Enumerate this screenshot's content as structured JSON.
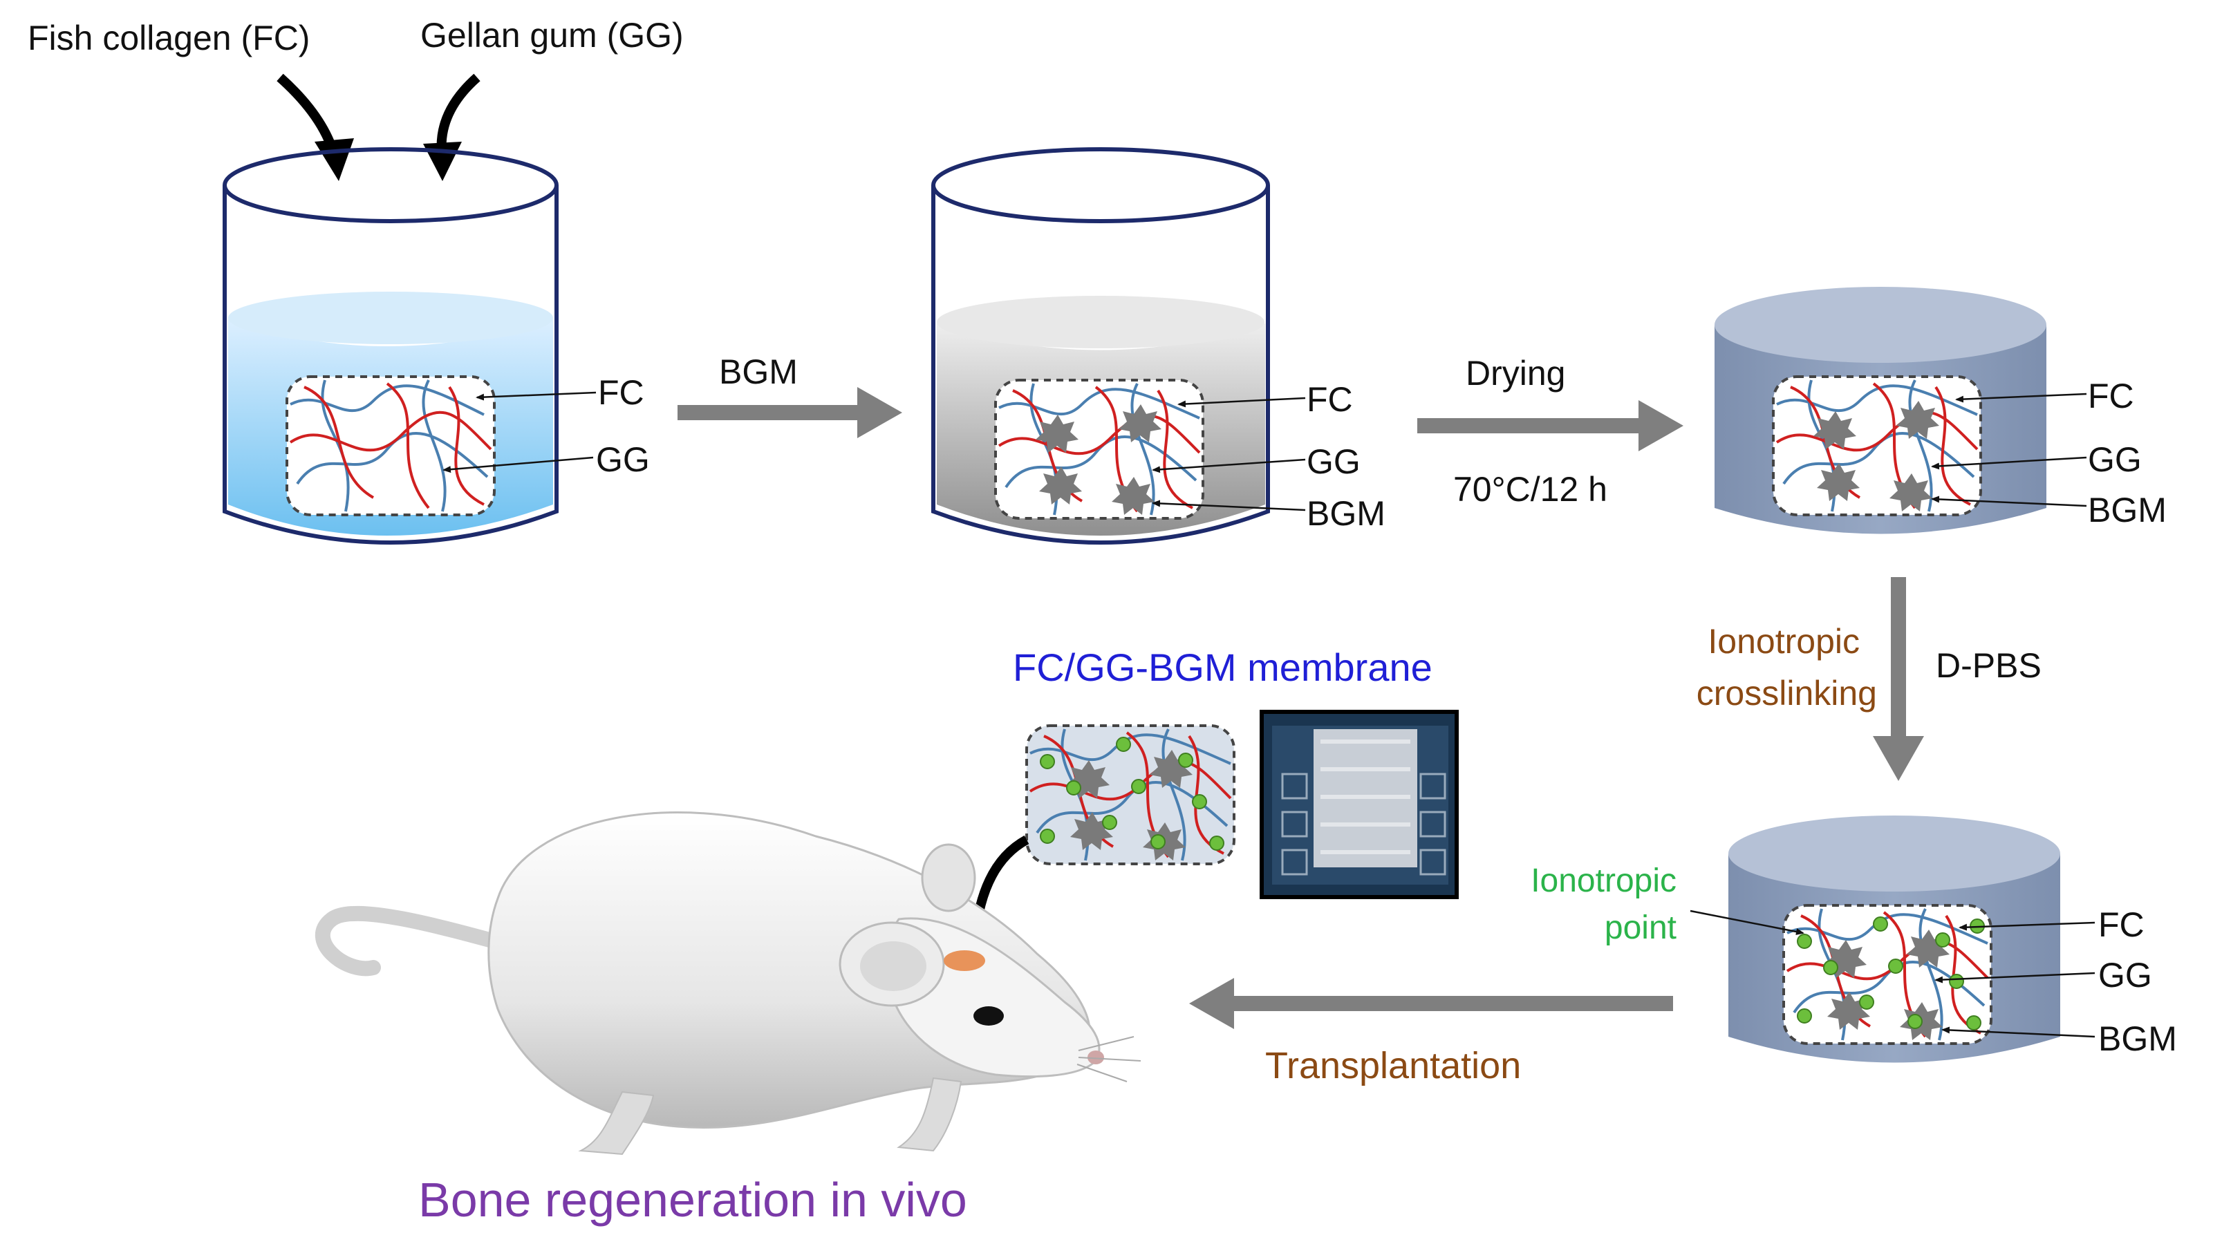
{
  "inputs": {
    "fish_collagen": "Fish collagen (FC)",
    "gellan_gum": "Gellan gum (GG)"
  },
  "labels": {
    "fc": "FC",
    "gg": "GG",
    "bgm": "BGM"
  },
  "steps": {
    "add_bgm": "BGM",
    "drying": "Drying",
    "drying_conditions": "70°C/12 h",
    "ionotropic_crosslinking_line1": "Ionotropic",
    "ionotropic_crosslinking_line2": "crosslinking",
    "dpbs": "D-PBS",
    "transplantation": "Transplantation"
  },
  "ionotropic_point": {
    "line1": "Ionotropic",
    "line2": "point"
  },
  "membrane_title": "FC/GG-BGM membrane",
  "outcome": "Bone regeneration in vivo",
  "colors": {
    "fc_fiber": "#4a7fb0",
    "gg_fiber": "#d02020",
    "ion_point": "#6cbf3c",
    "arrow": "#7f7f7f",
    "step_brown": "#8b4a14",
    "ion_green": "#2bb34a",
    "title_blue": "#1f1fd6",
    "outcome_purple": "#7a3aa8",
    "tank_fill": "#8ea0bd"
  }
}
